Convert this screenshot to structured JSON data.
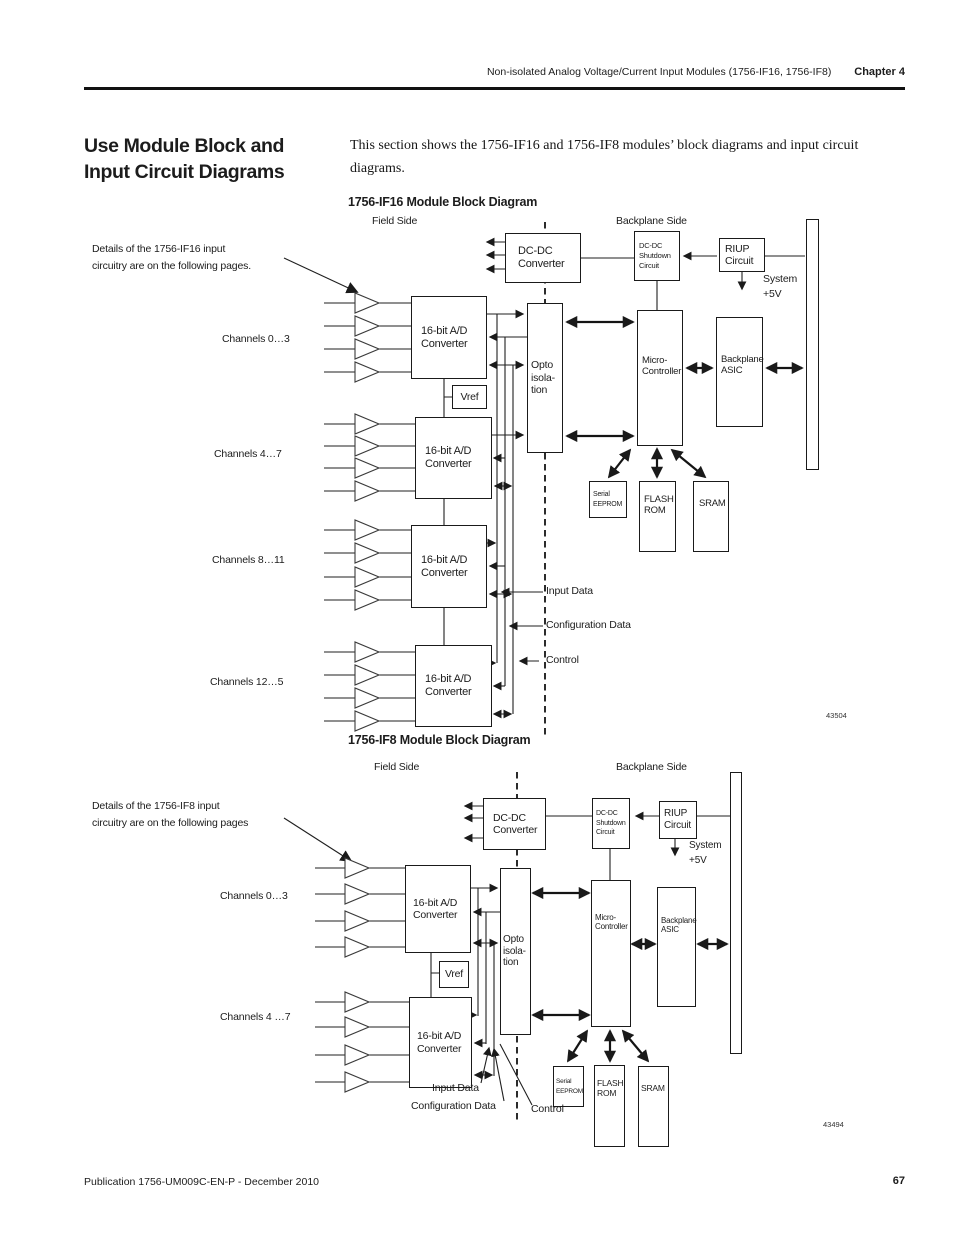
{
  "page": {
    "header_title": "Non-isolated Analog Voltage/Current Input Modules (1756-IF16, 1756-IF8)",
    "header_chapter": "Chapter 4",
    "title_line1": "Use Module Block and",
    "title_line2": "Input Circuit Diagrams",
    "intro": "This section shows the 1756-IF16 and 1756-IF8 modules’ block diagrams and input circuit diagrams.",
    "footer_left": "Publication 1756-UM009C-EN-P - December 2010",
    "footer_page": "67"
  },
  "labels": {
    "field_side": "Field Side",
    "backplane_side": "Backplane Side",
    "dcdc": "DC-DC Converter",
    "shutdown": "DC-DC Shutdown Circuit",
    "riup": "RIUP Circuit",
    "system_5v": "System +5V",
    "adc": "16-bit A/D Converter",
    "vref": "Vref",
    "opto": "Opto isola- tion",
    "micro": "Micro- Controller",
    "asic": "Backplane ASIC",
    "eeprom": "Serial EEPROM",
    "flash": "FLASH ROM",
    "sram": "SRAM",
    "input_data": "Input Data",
    "config_data": "Configuration Data",
    "control": "Control"
  },
  "d1": {
    "title": "1756-IF16 Module Block Diagram",
    "note": [
      "Details of the 1756-IF16 input",
      "circuitry are on the following pages."
    ],
    "channels": [
      "Channels 0…3",
      "Channels 4…7",
      "Channels 8…11",
      "Channels 12…5"
    ],
    "fig": "43504"
  },
  "d2": {
    "title": "1756-IF8 Module Block Diagram",
    "note": [
      "Details of the 1756-IF8 input",
      "circuitry are on the following pages"
    ],
    "channels": [
      "Channels 0…3",
      "Channels 4 …7"
    ],
    "fig": "43494"
  }
}
